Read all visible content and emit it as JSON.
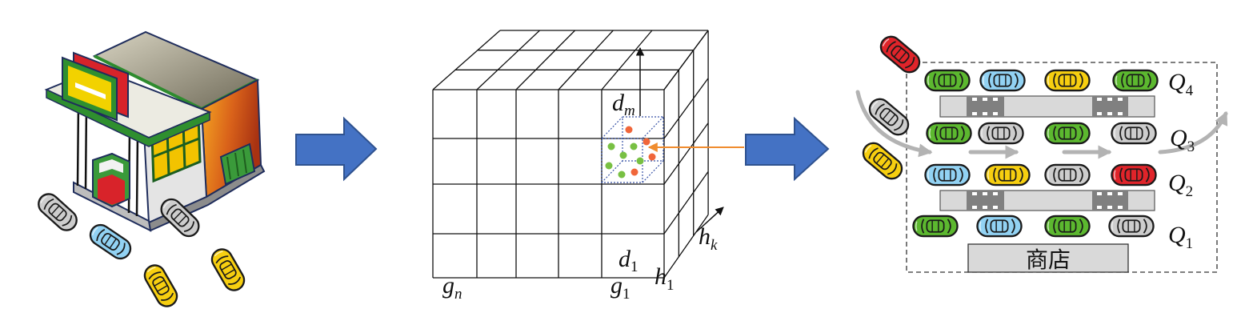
{
  "diagram": {
    "cube_labels": {
      "d_m": {
        "base": "d",
        "sub": "m"
      },
      "d_1": {
        "base": "d",
        "sub": "1"
      },
      "g_n": {
        "base": "g",
        "sub": "n"
      },
      "g_1": {
        "base": "g",
        "sub": "1"
      },
      "h_1": {
        "base": "h",
        "sub": "1"
      },
      "h_k": {
        "base": "h",
        "sub": "k"
      }
    },
    "queue_labels": [
      {
        "base": "Q",
        "sub": "4"
      },
      {
        "base": "Q",
        "sub": "3"
      },
      {
        "base": "Q",
        "sub": "2"
      },
      {
        "base": "Q",
        "sub": "1"
      }
    ],
    "store_label": "商店"
  },
  "colors": {
    "arrow_blue": "#4472c4",
    "arrow_blue_edge": "#2f528f",
    "flow_arrow": "#b3b3b3",
    "pointer_arrow": "#f08c2e",
    "dot_green": "#78c043",
    "dot_red": "#f0663a",
    "car_green": "#5cb82f",
    "car_blue": "#92d2f3",
    "car_yellow": "#f7cf10",
    "car_gray": "#cdcdcd",
    "car_red": "#e0242a",
    "lane": "#d9d9d9",
    "lane_marking": "#808080"
  }
}
